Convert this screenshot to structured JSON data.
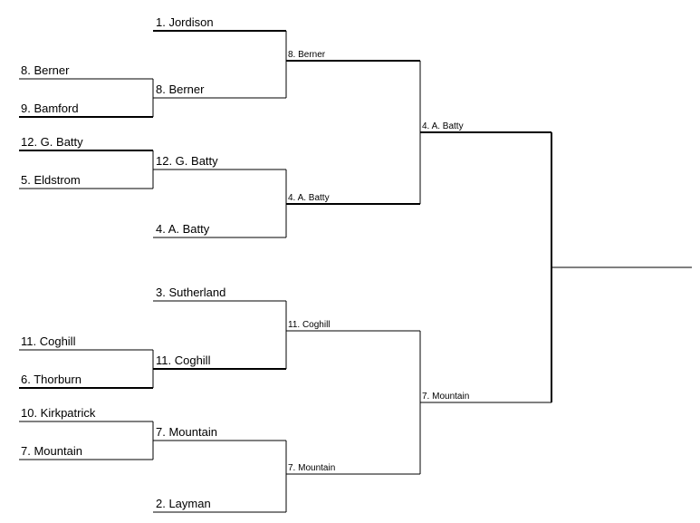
{
  "bracket": {
    "round1": {
      "berner": "8. Berner",
      "bamford": "9. Bamford",
      "g_batty": "12. G. Batty",
      "eldstrom": "5. Eldstrom",
      "coghill": "11. Coghill",
      "thorburn": "6. Thorburn",
      "kirkpatrick": "10. Kirkpatrick",
      "mountain": "7. Mountain"
    },
    "round2": {
      "jordison": "1. Jordison",
      "berner": "8. Berner",
      "g_batty": "12. G. Batty",
      "a_batty": "4. A. Batty",
      "sutherland": "3. Sutherland",
      "coghill": "11. Coghill",
      "mountain": "7. Mountain",
      "layman": "2. Layman"
    },
    "round3": {
      "berner": "8. Berner",
      "a_batty": "4. A. Batty",
      "coghill": "11. Coghill",
      "mountain": "7. Mountain"
    },
    "round4": {
      "a_batty": "4. A. Batty",
      "mountain": "7. Mountain"
    }
  }
}
